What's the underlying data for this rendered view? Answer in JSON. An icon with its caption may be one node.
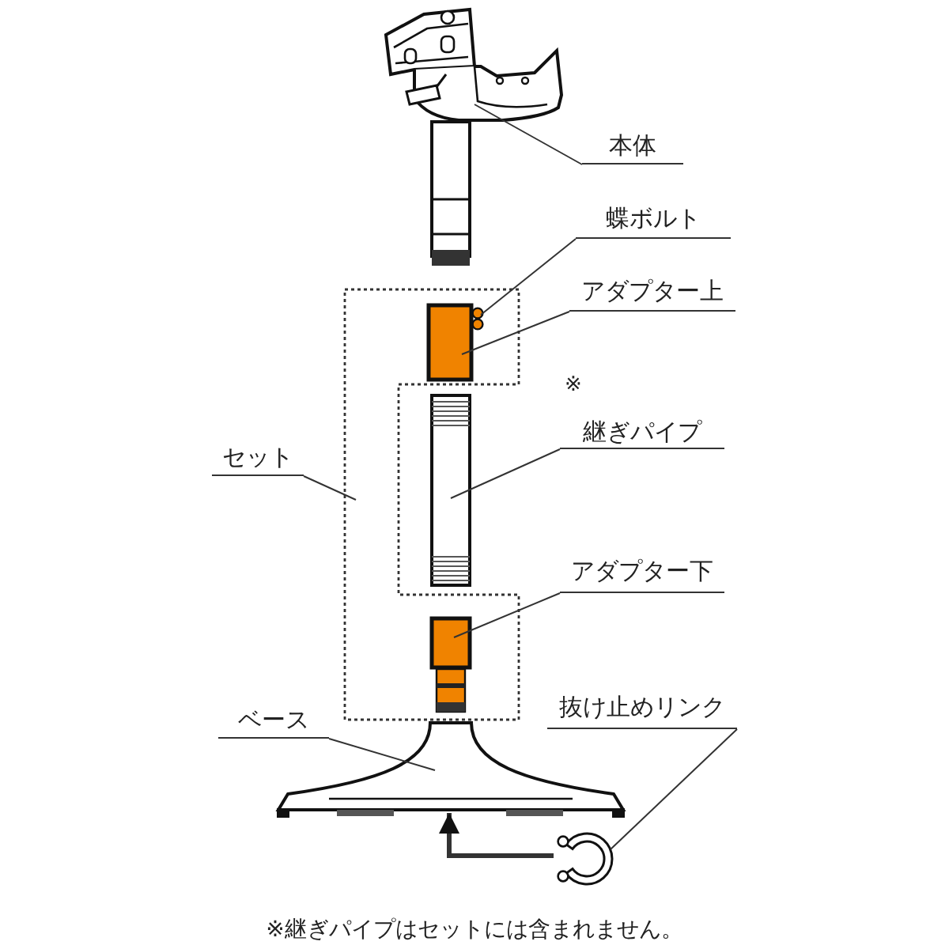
{
  "diagram": {
    "nodes": [
      {
        "text": [
          "本体"
        ]
      },
      {
        "text": [],
        "shape": "picture"
      },
      {
        "text": [],
        "shape": "box"
      },
      {
        "text": [
          "蝶ボルト"
        ]
      },
      {
        "text": [],
        "shape": "picture",
        "in": 2
      },
      {
        "text": [
          "アダプター上"
        ]
      },
      {
        "text": [],
        "shape": "box",
        "in": 2
      },
      {
        "text": [
          "継ぎパイプ"
        ],
        "beside": [
          "※"
        ]
      },
      {
        "text": [],
        "shape": "picture"
      },
      {
        "text": [
          "セット"
        ]
      },
      {
        "text": [
          "アダプター下"
        ]
      },
      {
        "text": [],
        "shape": "box",
        "in": 2
      },
      {
        "text": [
          "ベース"
        ]
      },
      {
        "text": [],
        "shape": "picture"
      },
      {
        "text": [
          "抜け止めリンク"
        ]
      },
      {
        "text": [],
        "shape": "picture"
      }
    ],
    "edges": [
      {
        "from": 0,
        "to": 1,
        "arrow": "none"
      },
      {
        "from": 3,
        "to": 4,
        "arrow": "none"
      },
      {
        "from": 5,
        "to": 6,
        "arrow": "none"
      },
      {
        "from": 7,
        "to": 8,
        "arrow": "none"
      },
      {
        "from": 9,
        "to": 2,
        "arrow": "none"
      },
      {
        "from": 10,
        "to": 11,
        "arrow": "none"
      },
      {
        "from": 12,
        "to": 13,
        "arrow": "none"
      },
      {
        "from": 14,
        "to": 15,
        "arrow": "none"
      },
      {
        "from": 15,
        "to": 13,
        "arrow": "to",
        "style": "thick"
      }
    ],
    "caption": "※継ぎパイプはセットには含まれません。"
  }
}
